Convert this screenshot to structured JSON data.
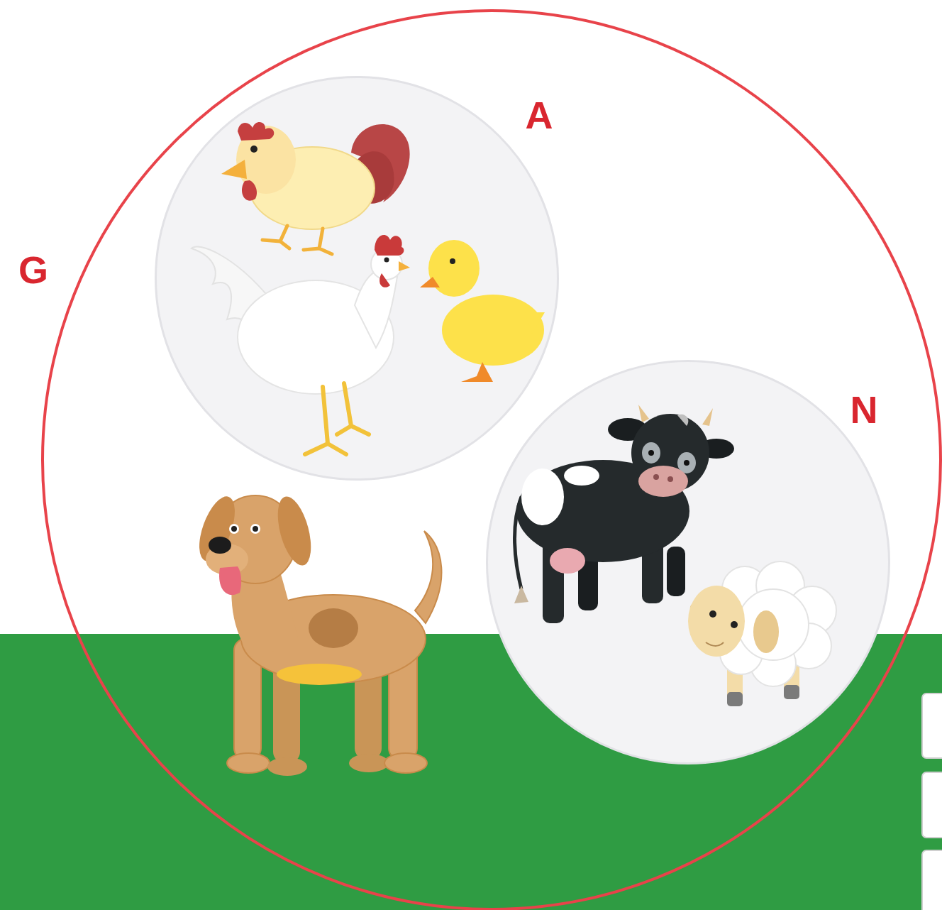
{
  "diagram": {
    "nodes": [
      {
        "text": [
          "G"
        ]
      },
      {
        "text": [
          "A"
        ],
        "in": 0
      },
      {
        "text": [
          "N"
        ],
        "in": 0
      }
    ]
  }
}
